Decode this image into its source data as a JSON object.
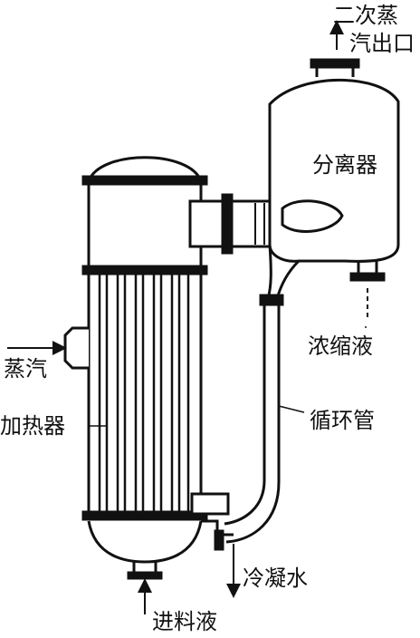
{
  "labels": {
    "secondary_steam_line1": "二次蒸",
    "secondary_steam_line2": "汽出口",
    "separator": "分离器",
    "concentrate": "浓缩液",
    "steam": "蒸汽",
    "heater": "加热器",
    "circulation_pipe": "循环管",
    "condensate": "冷凝水",
    "feed_liquid": "进料液"
  },
  "colors": {
    "line": "#111111",
    "fill": "#ffffff",
    "flange": "#111111"
  }
}
